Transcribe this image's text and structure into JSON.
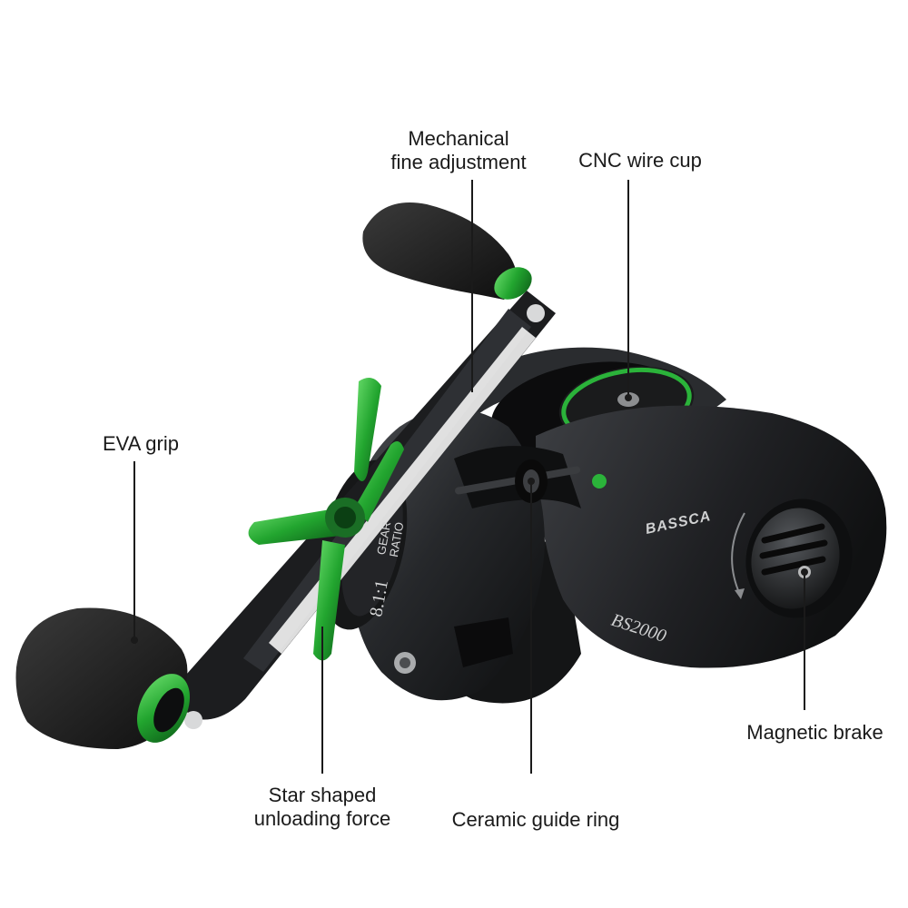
{
  "callouts": {
    "mechanical_fine_adjustment": [
      "Mechanical",
      "fine adjustment"
    ],
    "cnc_wire_cup": "CNC wire cup",
    "eva_grip": "EVA grip",
    "magnetic_brake": "Magnetic brake",
    "star_shaped_unloading_force": [
      "Star shaped",
      "unloading force"
    ],
    "ceramic_guide_ring": "Ceramic guide ring"
  },
  "product": {
    "brand": "BASSCA",
    "model": "BS2000",
    "gear_ratio": [
      "8.1:1",
      "GEAR",
      "RATIO"
    ]
  },
  "colors": {
    "body": "#1c1d1f",
    "accent_green": "#2bb33a",
    "line": "#1a1a1a"
  }
}
